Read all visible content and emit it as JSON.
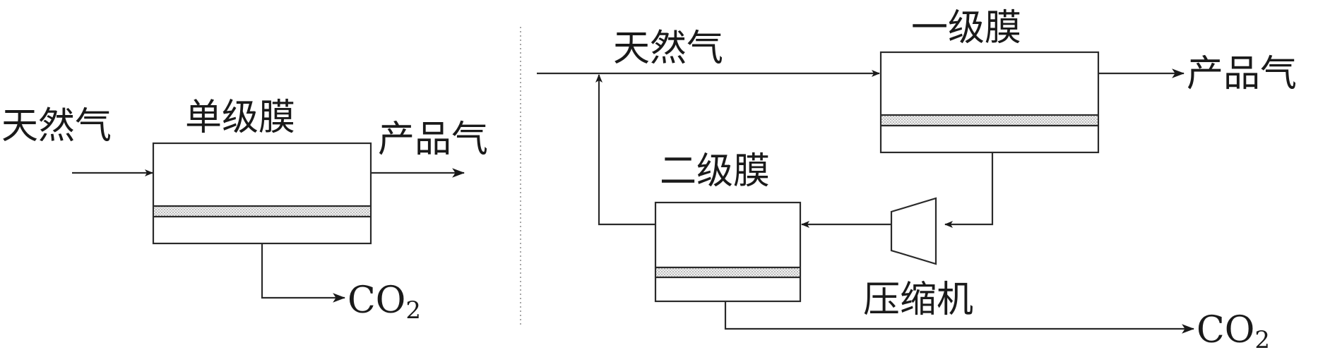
{
  "left_panel": {
    "input_label": "天然气",
    "membrane_label": "单级膜",
    "output_label": "产品气",
    "co2": {
      "base": "CO",
      "sub": "2"
    }
  },
  "right_panel": {
    "input_label": "天然气",
    "stage1_label": "一级膜",
    "output_label": "产品气",
    "stage2_label": "二级膜",
    "compressor_label": "压缩机",
    "co2": {
      "base": "CO",
      "sub": "2"
    }
  }
}
